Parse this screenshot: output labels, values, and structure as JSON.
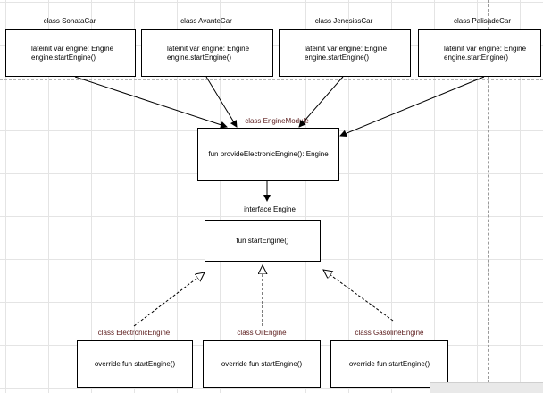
{
  "cars": [
    {
      "name": "class SonataCar",
      "body": [
        "lateinit var engine: Engine",
        "engine.startEngine()"
      ]
    },
    {
      "name": "class AvanteCar",
      "body": [
        "lateinit var engine: Engine",
        "engine.startEngine()"
      ]
    },
    {
      "name": "class JenesissCar",
      "body": [
        "lateinit var engine: Engine",
        "engine.startEngine()"
      ]
    },
    {
      "name": "class PalisadeCar",
      "body": [
        "lateinit var engine: Engine",
        "engine.startEngine()"
      ]
    }
  ],
  "module": {
    "name": "class EngineModule",
    "body": "fun provideElectronicEngine(): Engine"
  },
  "engine_interface": {
    "name": "interface Engine",
    "body": "fun startEngine()"
  },
  "implementations": [
    {
      "name": "class ElectronicEngine",
      "body": "override fun startEngine()"
    },
    {
      "name": "class OilEngine",
      "body": "override fun startEngine()"
    },
    {
      "name": "class GasolineEngine",
      "body": "override fun startEngine()"
    }
  ],
  "colors": {
    "stereotype_label": "#5a1a1a",
    "grid": "#e4e4e4"
  }
}
